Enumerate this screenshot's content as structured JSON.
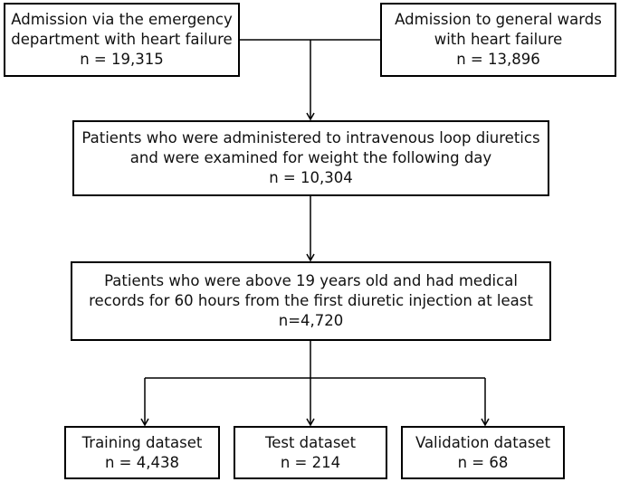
{
  "flowchart": {
    "emergency": {
      "line1": "Admission via the emergency",
      "line2": "department with heart failure",
      "count": "n = 19,315"
    },
    "general_wards": {
      "line1": "Admission to general wards",
      "line2": "with heart failure",
      "count": "n = 13,896"
    },
    "loop_diuretics": {
      "line1": "Patients who were administered to intravenous loop diuretics",
      "line2": "and were examined for weight the following day",
      "count": "n = 10,304"
    },
    "age_records": {
      "line1": "Patients who were above 19 years old and had medical",
      "line2": "records for 60 hours from the first diuretic injection at least",
      "count": "n=4,720"
    },
    "training": {
      "label": "Training dataset",
      "count": "n = 4,438"
    },
    "test": {
      "label": "Test dataset",
      "count": "n = 214"
    },
    "validation": {
      "label": "Validation dataset",
      "count": "n = 68"
    }
  }
}
